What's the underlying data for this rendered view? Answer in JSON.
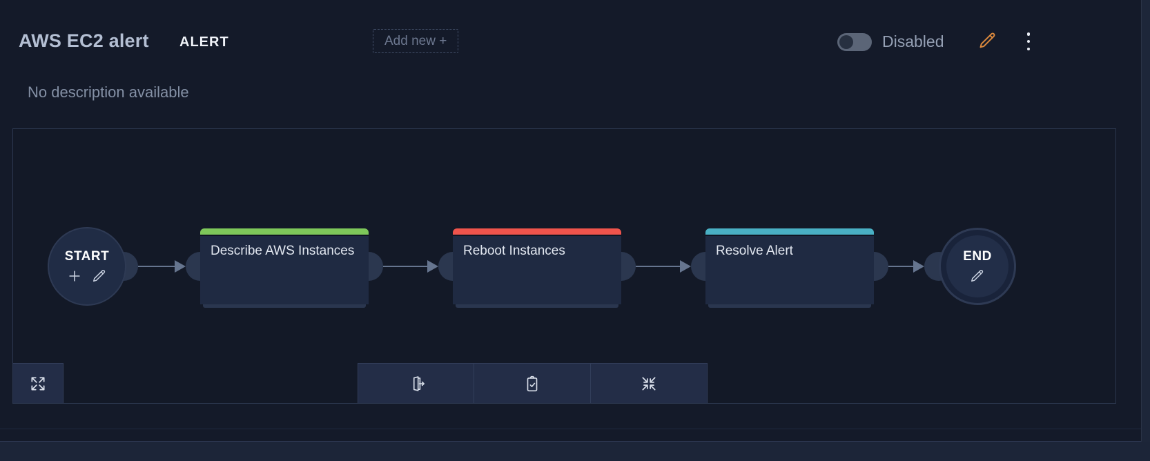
{
  "header": {
    "title": "AWS EC2 alert",
    "type_badge": "ALERT",
    "add_new_label": "Add new +",
    "toggle": {
      "state": "off",
      "label": "Disabled"
    },
    "edit_icon": "pencil-icon",
    "menu_icon": "kebab-menu-icon"
  },
  "description": "No description available",
  "workflow": {
    "start": {
      "label": "START",
      "icons": [
        "plus-icon",
        "pencil-icon"
      ]
    },
    "end": {
      "label": "END",
      "icons": [
        "pencil-icon"
      ]
    },
    "blocks": [
      {
        "label": "Describe AWS Instances",
        "accent_color": "#7ec85a"
      },
      {
        "label": "Reboot Instances",
        "accent_color": "#f0544c"
      },
      {
        "label": "Resolve Alert",
        "accent_color": "#49b0c4"
      }
    ],
    "connections": [
      "START -> Describe AWS Instances",
      "Describe AWS Instances -> Reboot Instances",
      "Reboot Instances -> Resolve Alert",
      "Resolve Alert -> END"
    ]
  },
  "canvas_toolbar": {
    "expand_icon": "expand-arrows-icon",
    "buttons": [
      {
        "icon": "exit-door-icon"
      },
      {
        "icon": "clipboard-check-icon"
      },
      {
        "icon": "collapse-arrows-icon"
      }
    ]
  },
  "colors": {
    "page_bg": "#141a29",
    "canvas_border": "#2c3850",
    "block_bg": "#1f2a42",
    "node_bg": "#202c45",
    "accent_orange": "#dd8a3d",
    "connector": "#66758f",
    "toolbar_bg": "#232d47"
  }
}
